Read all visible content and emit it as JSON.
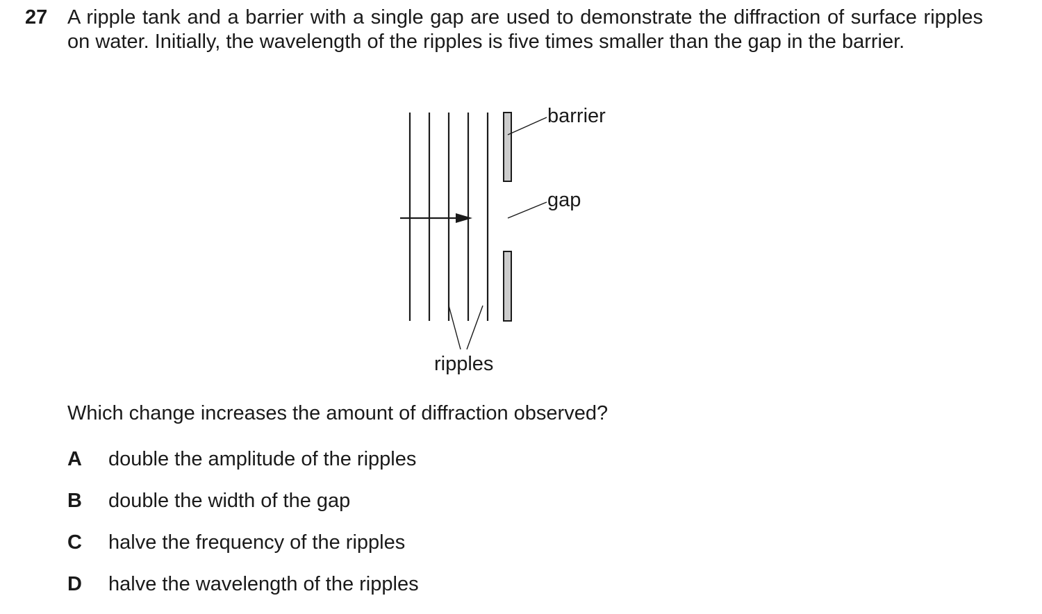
{
  "question": {
    "number": "27",
    "stem": "A ripple tank and a barrier with a single gap are used to demonstrate the diffraction of surface ripples on water. Initially, the wavelength of the ripples is five times smaller than the gap in the barrier.",
    "prompt": "Which change increases the amount of diffraction observed?"
  },
  "diagram": {
    "labels": {
      "barrier": "barrier",
      "gap": "gap",
      "ripples": "ripples"
    },
    "colors": {
      "line": "#1a1a1a",
      "barrier_fill": "#cccccc"
    }
  },
  "options": [
    {
      "letter": "A",
      "text": "double the amplitude of the ripples"
    },
    {
      "letter": "B",
      "text": "double the width of the gap"
    },
    {
      "letter": "C",
      "text": "halve the frequency of the ripples"
    },
    {
      "letter": "D",
      "text": "halve the wavelength of the ripples"
    }
  ]
}
